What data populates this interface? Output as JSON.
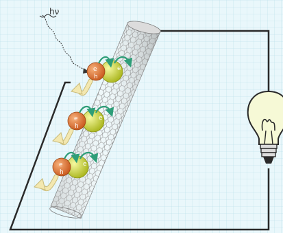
{
  "photon_label": "hν",
  "electron_label": "e",
  "hole_label": "h",
  "colors": {
    "background": "#e9f7fb",
    "grid": "#b5dde8",
    "wire": "#2a2a2a",
    "nanotube": "#9a9a9a",
    "hole_particle": "#e07a32",
    "electron_particle": "#d9e13a",
    "electron_arrow": "#2e9e78",
    "transfer_arrow": "#f3e8b0",
    "bulb_glass": "#f6f9d6"
  },
  "icons": {
    "photon": "wavy-arrow",
    "load": "light-bulb"
  },
  "groups": [
    {
      "id": "top"
    },
    {
      "id": "middle"
    },
    {
      "id": "bottom"
    }
  ]
}
